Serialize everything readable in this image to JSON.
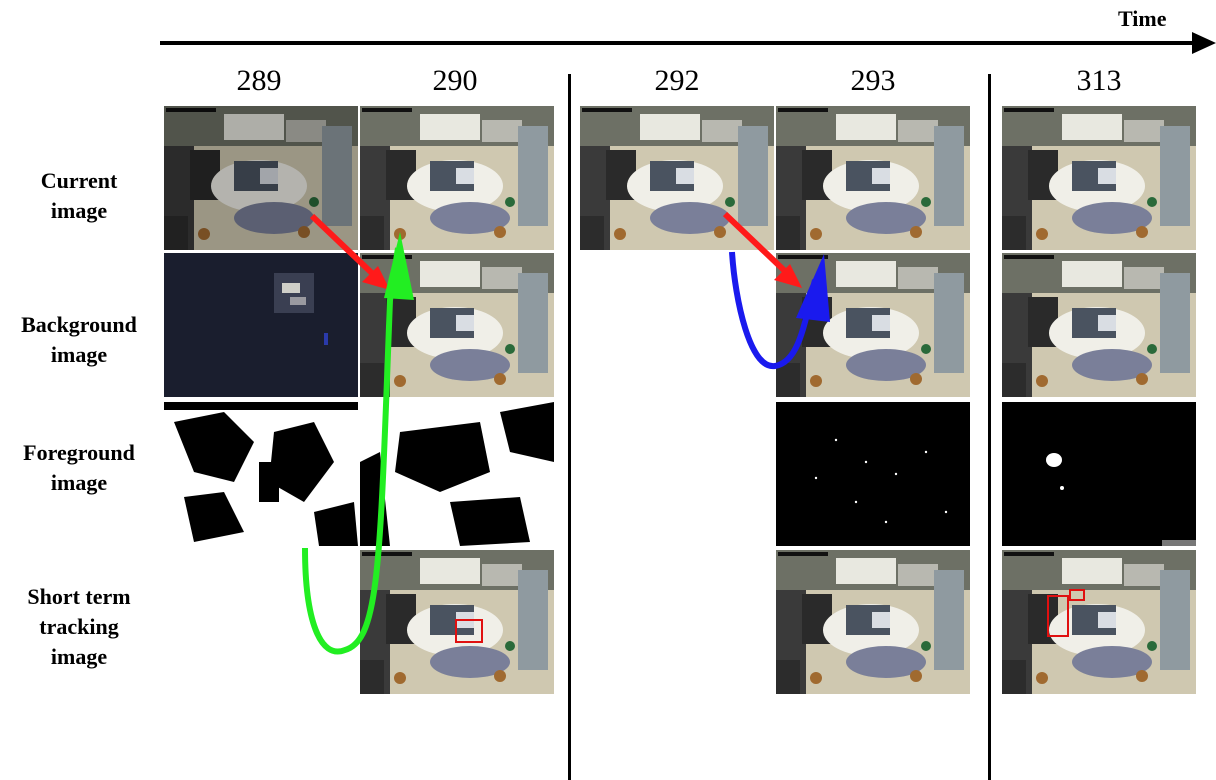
{
  "time_label": "Time",
  "frames": [
    "289",
    "290",
    "292",
    "293",
    "313"
  ],
  "rows": [
    {
      "key": "current",
      "lines": [
        "Current",
        "image"
      ]
    },
    {
      "key": "background",
      "lines": [
        "Background",
        "image"
      ]
    },
    {
      "key": "foreground",
      "lines": [
        "Foreground",
        "image"
      ]
    },
    {
      "key": "tracking",
      "lines": [
        "Short term",
        "tracking",
        "image"
      ]
    }
  ],
  "colors": {
    "update_arrow": "#ff1a1a",
    "carry_arrow_green": "#22ee22",
    "carry_arrow_blue": "#1a1aee",
    "tracking_box": "#e01010"
  }
}
